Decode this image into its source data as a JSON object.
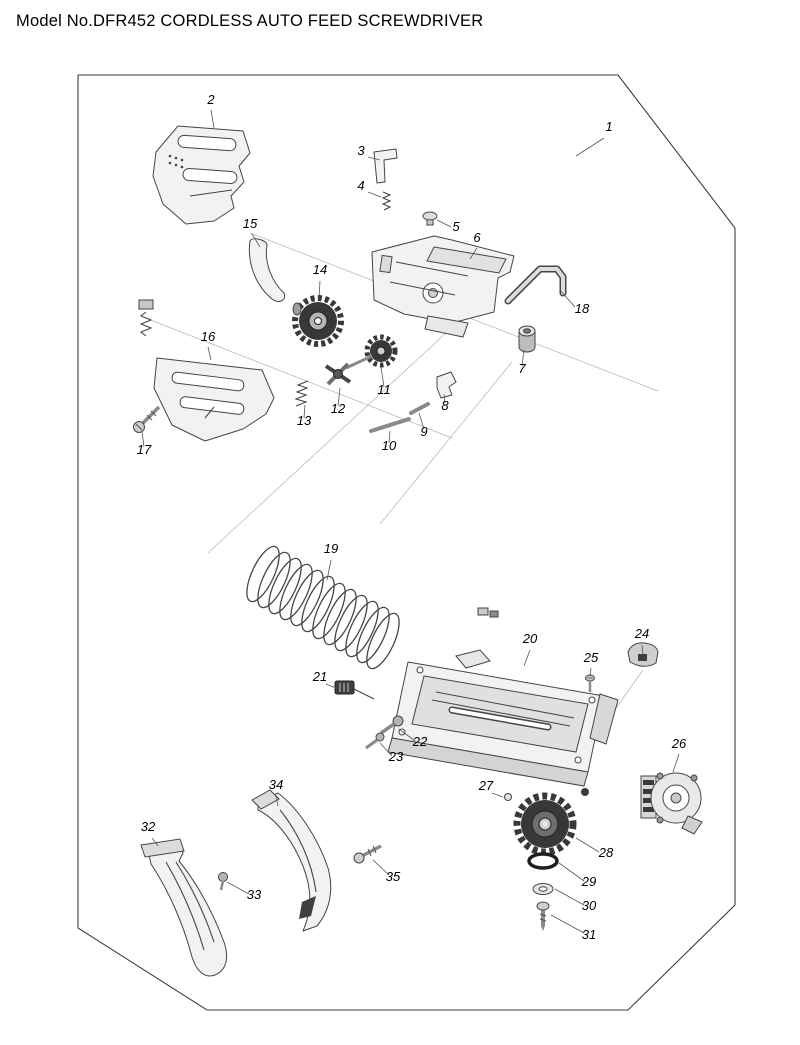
{
  "title": "Model No.DFR452 CORDLESS AUTO FEED SCREWDRIVER",
  "parts": [
    {
      "number": "1"
    },
    {
      "number": "2"
    },
    {
      "number": "3"
    },
    {
      "number": "4"
    },
    {
      "number": "5"
    },
    {
      "number": "6"
    },
    {
      "number": "7"
    },
    {
      "number": "8"
    },
    {
      "number": "9"
    },
    {
      "number": "10"
    },
    {
      "number": "11"
    },
    {
      "number": "12"
    },
    {
      "number": "13"
    },
    {
      "number": "14"
    },
    {
      "number": "15"
    },
    {
      "number": "16"
    },
    {
      "number": "17"
    },
    {
      "number": "18"
    },
    {
      "number": "19"
    },
    {
      "number": "20"
    },
    {
      "number": "21"
    },
    {
      "number": "22"
    },
    {
      "number": "23"
    },
    {
      "number": "24"
    },
    {
      "number": "25"
    },
    {
      "number": "26"
    },
    {
      "number": "27"
    },
    {
      "number": "28"
    },
    {
      "number": "29"
    },
    {
      "number": "30"
    },
    {
      "number": "31"
    },
    {
      "number": "32"
    },
    {
      "number": "33"
    },
    {
      "number": "34"
    },
    {
      "number": "35"
    }
  ],
  "colors": {
    "line": "#454545",
    "dark_fill": "#383838",
    "background": "#ffffff"
  }
}
